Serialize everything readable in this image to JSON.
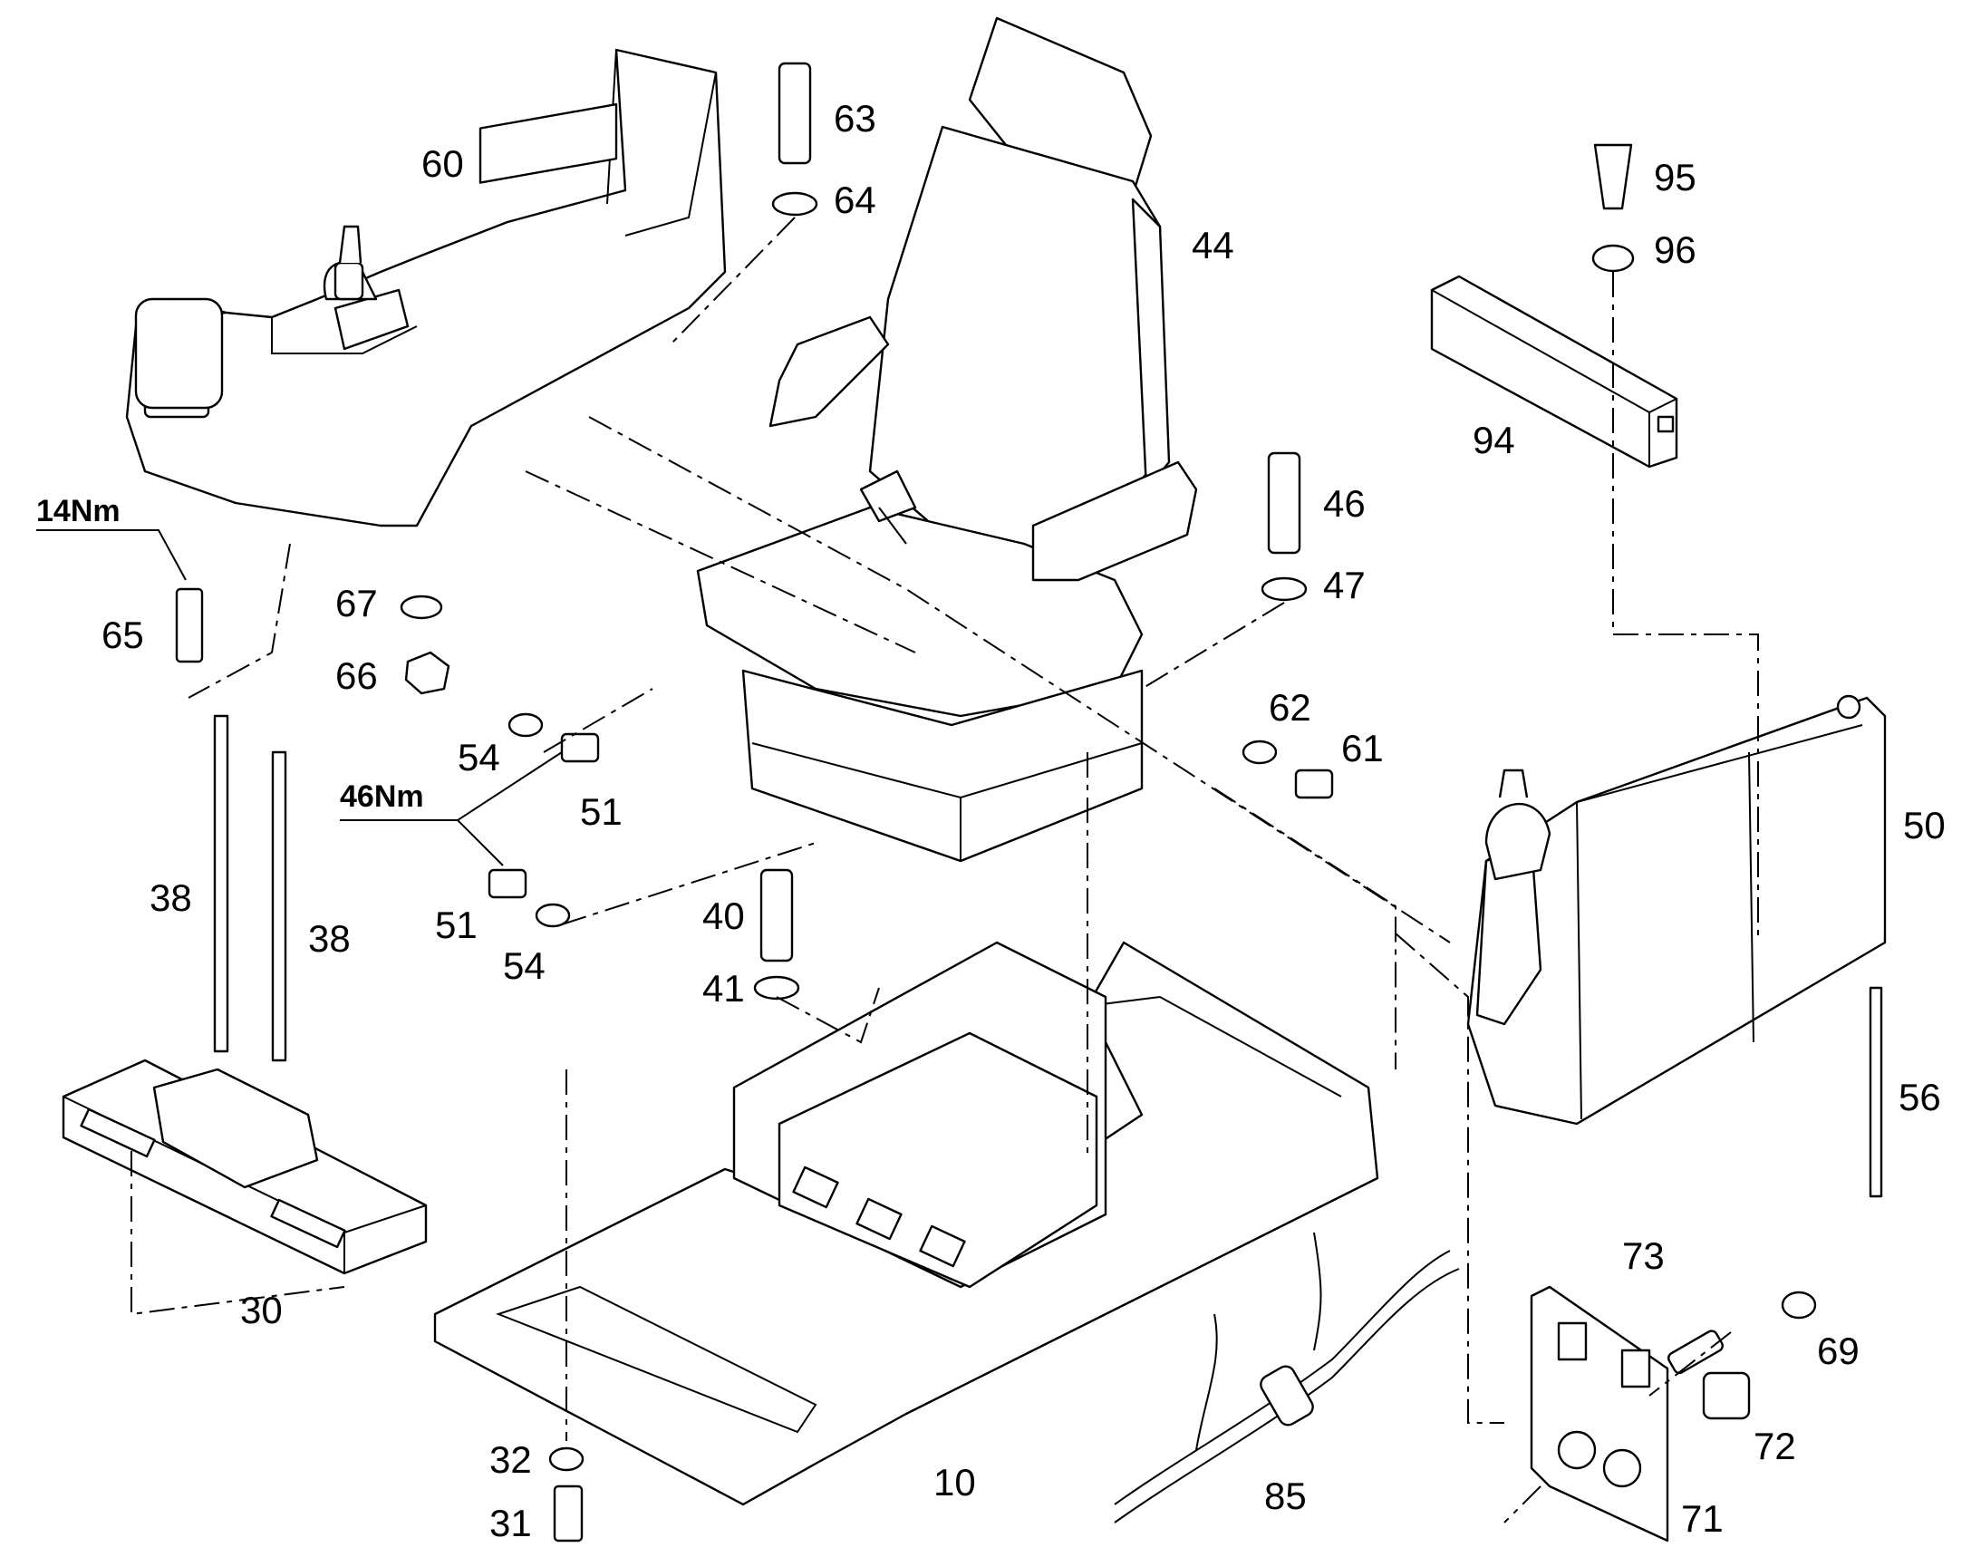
{
  "diagram": {
    "labels": {
      "p10": "10",
      "p30": "30",
      "p31": "31",
      "p32": "32",
      "p38a": "38",
      "p38b": "38",
      "p40": "40",
      "p41": "41",
      "p44": "44",
      "p46": "46",
      "p47": "47",
      "p50": "50",
      "p51a": "51",
      "p51b": "51",
      "p54a": "54",
      "p54b": "54",
      "p56": "56",
      "p60": "60",
      "p61": "61",
      "p62": "62",
      "p63": "63",
      "p64": "64",
      "p65": "65",
      "p66": "66",
      "p67": "67",
      "p69": "69",
      "p71": "71",
      "p72": "72",
      "p73": "73",
      "p85": "85",
      "p94": "94",
      "p95": "95",
      "p96": "96"
    },
    "torque": {
      "t14": "14Nm",
      "t46": "46Nm"
    }
  }
}
